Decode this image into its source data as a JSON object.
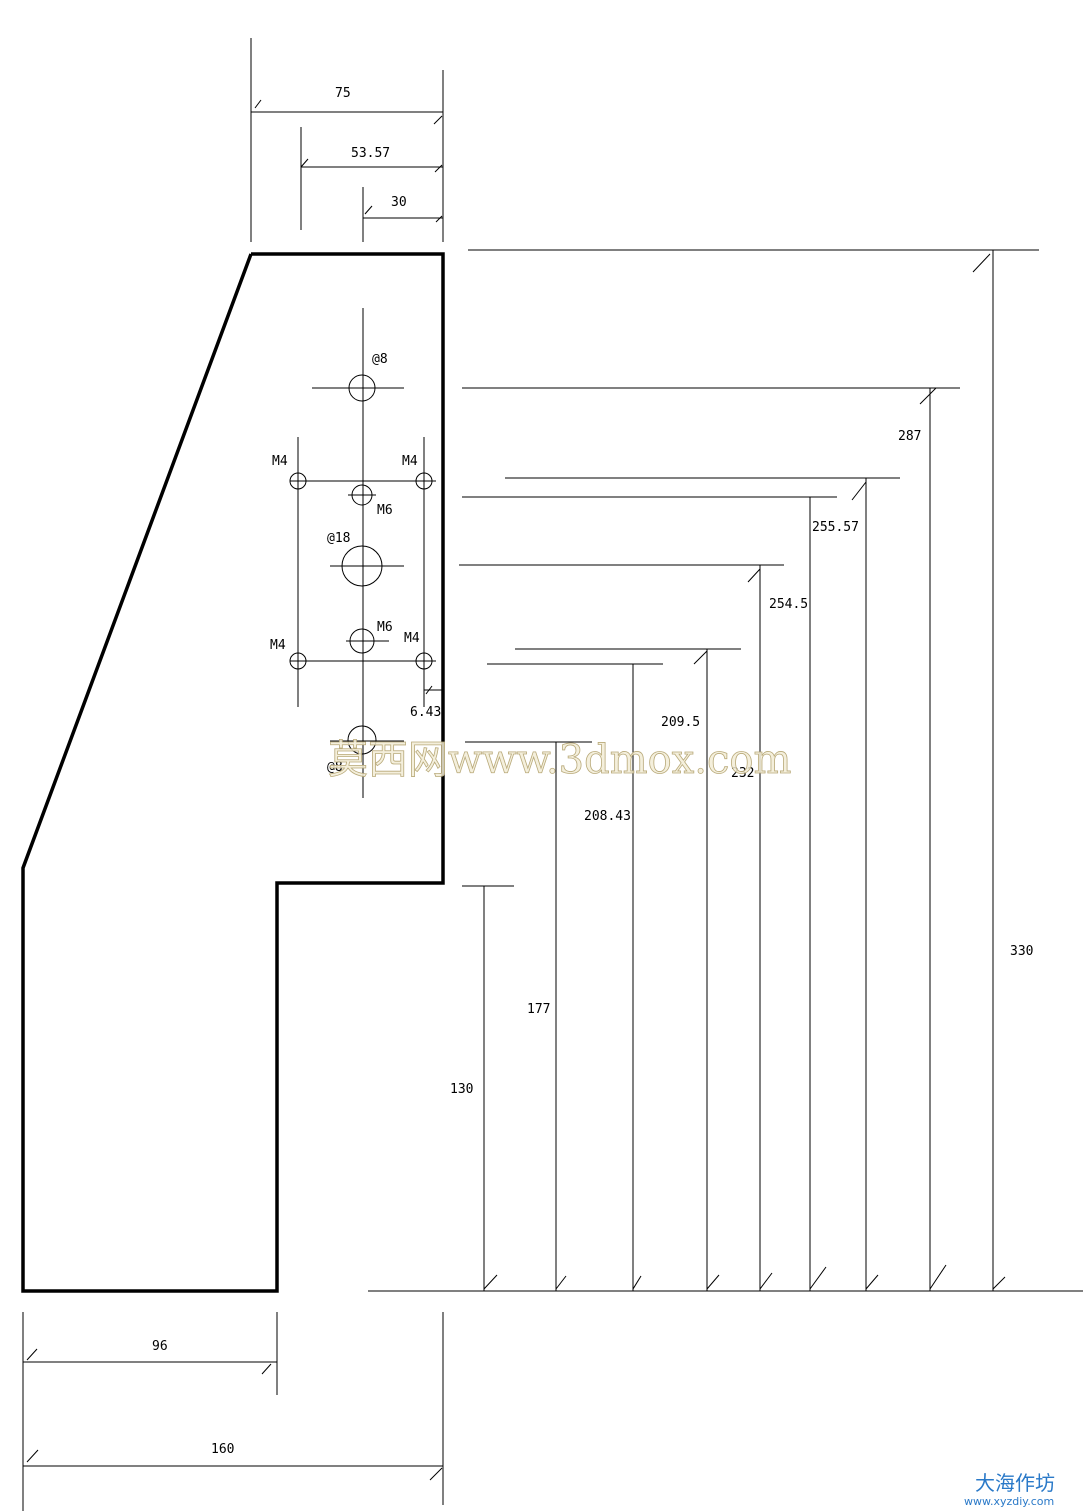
{
  "drawing": {
    "horizontal_dims": {
      "top_75": "75",
      "top_53_57": "53.57",
      "top_30": "30",
      "bottom_96": "96",
      "bottom_160": "160",
      "hole_offset": "6.43"
    },
    "vertical_dims": {
      "h130": "130",
      "h177": "177",
      "h208_43": "208.43",
      "h209_5": "209.5",
      "h232": "232",
      "h254_5": "254.5",
      "h255_57": "255.57",
      "h287": "287",
      "h330": "330"
    },
    "holes": {
      "top_d8": "@8",
      "d18": "@18",
      "bottom_d8": "@8",
      "m6_upper": "M6",
      "m6_lower": "M6",
      "m4_ul": "M4",
      "m4_ur": "M4",
      "m4_ll": "M4",
      "m4_lr": "M4"
    }
  },
  "watermark": {
    "center": "莫西网www.3dmox.com",
    "logo_cn": "大海作坊",
    "logo_url": "www.xyzdiy.com"
  }
}
